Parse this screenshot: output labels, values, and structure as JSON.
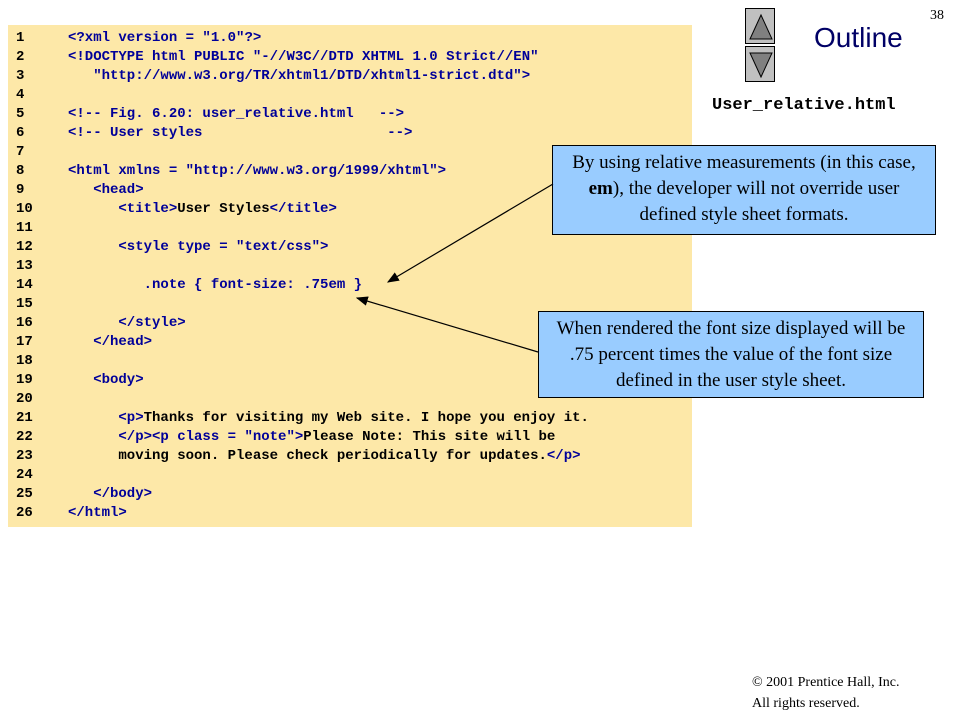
{
  "slide_number": "38",
  "outline": {
    "title": "Outline",
    "file_name": "User_relative.html",
    "nav_up": "up-arrow-icon",
    "nav_down": "down-arrow-icon"
  },
  "code_lines": [
    {
      "n": "1",
      "parts": [
        [
          "b",
          "<?xml version = "
        ],
        [
          "s",
          "\"1.0\""
        ],
        [
          "b",
          "?>"
        ]
      ]
    },
    {
      "n": "2",
      "parts": [
        [
          "b",
          "<!DOCTYPE html PUBLIC "
        ],
        [
          "s",
          "\"-//W3C//DTD XHTML 1.0 Strict//EN\""
        ]
      ]
    },
    {
      "n": "3",
      "parts": [
        [
          "s",
          "   \"http://www.w3.org/TR/xhtml1/DTD/xhtml1-strict.dtd\""
        ],
        [
          "b",
          ">"
        ]
      ]
    },
    {
      "n": "4",
      "parts": []
    },
    {
      "n": "5",
      "parts": [
        [
          "c",
          "<!-- Fig. 6.20: user_relative.html   -->"
        ]
      ]
    },
    {
      "n": "6",
      "parts": [
        [
          "c",
          "<!-- User styles                      -->"
        ]
      ]
    },
    {
      "n": "7",
      "parts": []
    },
    {
      "n": "8",
      "parts": [
        [
          "b",
          "<html xmlns = "
        ],
        [
          "s",
          "\"http://www.w3.org/1999/xhtml\""
        ],
        [
          "b",
          ">"
        ]
      ]
    },
    {
      "n": "9",
      "parts": [
        [
          "b",
          "   <head>"
        ]
      ]
    },
    {
      "n": "10",
      "parts": [
        [
          "b",
          "      <title>"
        ],
        [
          "t",
          "User Styles"
        ],
        [
          "b",
          "</title>"
        ]
      ]
    },
    {
      "n": "11",
      "parts": []
    },
    {
      "n": "12",
      "parts": [
        [
          "b",
          "      <style type = "
        ],
        [
          "s",
          "\"text/css\""
        ],
        [
          "b",
          ">"
        ]
      ]
    },
    {
      "n": "13",
      "parts": []
    },
    {
      "n": "14",
      "parts": [
        [
          "hl",
          "         .note { font-size: .75em }"
        ]
      ]
    },
    {
      "n": "15",
      "parts": []
    },
    {
      "n": "16",
      "parts": [
        [
          "b",
          "      </style>"
        ]
      ]
    },
    {
      "n": "17",
      "parts": [
        [
          "b",
          "   </head>"
        ]
      ]
    },
    {
      "n": "18",
      "parts": []
    },
    {
      "n": "19",
      "parts": [
        [
          "b",
          "   <body>"
        ]
      ]
    },
    {
      "n": "20",
      "parts": []
    },
    {
      "n": "21",
      "parts": [
        [
          "b",
          "      <p>"
        ],
        [
          "t",
          "Thanks for visiting my Web site. I hope you enjoy it."
        ]
      ]
    },
    {
      "n": "22",
      "parts": [
        [
          "b",
          "      </p><p class = "
        ],
        [
          "s",
          "\"note\""
        ],
        [
          "b",
          ">"
        ],
        [
          "t",
          "Please Note: This site will be"
        ]
      ]
    },
    {
      "n": "23",
      "parts": [
        [
          "t",
          "      moving soon. Please check periodically for updates."
        ],
        [
          "b",
          "</p>"
        ]
      ]
    },
    {
      "n": "24",
      "parts": []
    },
    {
      "n": "25",
      "parts": [
        [
          "b",
          "   </body>"
        ]
      ]
    },
    {
      "n": "26",
      "parts": [
        [
          "b",
          "</html>"
        ]
      ]
    }
  ],
  "callouts": {
    "first": {
      "pre": "By using relative measurements (in this case, ",
      "em": "em",
      "post": "), the developer will not override user defined style sheet formats."
    },
    "second": {
      "text": "When rendered the font size displayed will be .75 percent times the value of the font size defined in the  user style sheet."
    }
  },
  "copyright": {
    "line1": "© 2001 Prentice Hall, Inc.",
    "line2": "All rights reserved."
  }
}
